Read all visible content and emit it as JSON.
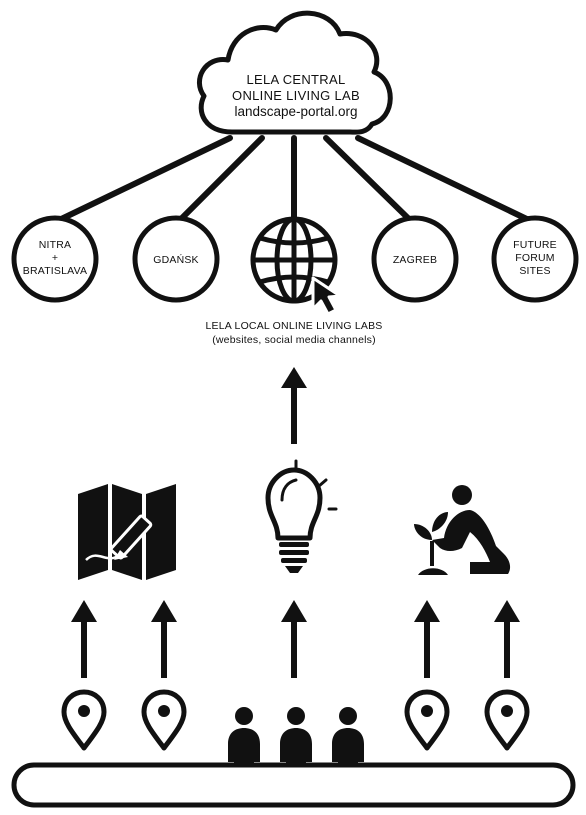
{
  "central_hub": {
    "line1": "LELA CENTRAL",
    "line2": "ONLINE LIVING LAB",
    "url": "landscape-portal.org"
  },
  "local_labs": [
    {
      "lines": [
        "NITRA",
        "+",
        "BRATISLAVA"
      ]
    },
    {
      "lines": [
        "GDAŃSK"
      ]
    },
    {
      "lines": []
    },
    {
      "lines": [
        "ZAGREB"
      ]
    },
    {
      "lines": [
        "FUTURE",
        "FORUM",
        "SITES"
      ]
    }
  ],
  "local_caption": {
    "line1": "LELA LOCAL ONLINE LIVING LABS",
    "line2": "(websites, social media channels)"
  },
  "activity_icons": [
    "map-pen-icon",
    "lightbulb-icon",
    "person-planting-icon"
  ],
  "colors": {
    "ink": "#111111",
    "background": "#ffffff"
  }
}
